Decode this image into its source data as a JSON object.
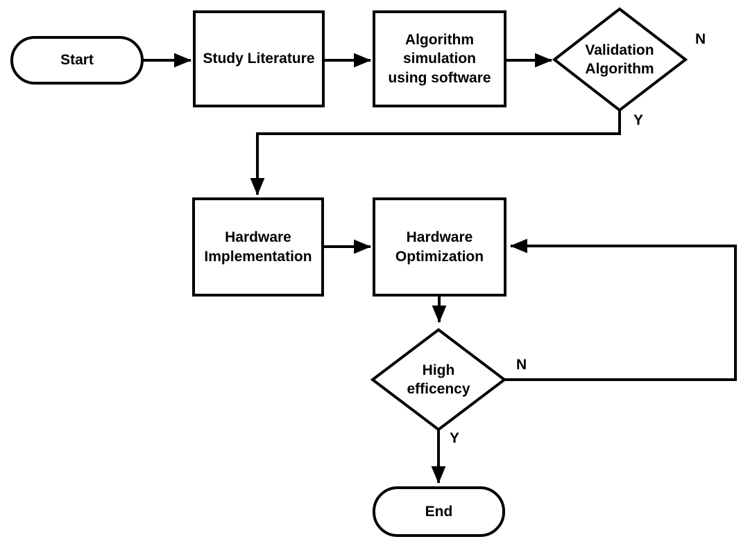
{
  "flowchart": {
    "background_color": "#ffffff",
    "stroke_color": "#000000",
    "nodes": {
      "start": {
        "shape": "terminator",
        "label": "Start"
      },
      "study_literature": {
        "shape": "process",
        "label": "Study Literature"
      },
      "algorithm_simulation": {
        "shape": "process",
        "label": "Algorithm\nsimulation\nusing software"
      },
      "validation_algorithm": {
        "shape": "decision",
        "label": "Validation\nAlgorithm"
      },
      "hardware_implementation": {
        "shape": "process",
        "label": "Hardware\nImplementation"
      },
      "hardware_optimization": {
        "shape": "process",
        "label": "Hardware\nOptimization"
      },
      "high_efficiency": {
        "shape": "decision",
        "label": "High\nefficency"
      },
      "end": {
        "shape": "terminator",
        "label": "End"
      }
    },
    "edges": [
      {
        "from": "start",
        "to": "study_literature"
      },
      {
        "from": "study_literature",
        "to": "algorithm_simulation"
      },
      {
        "from": "algorithm_simulation",
        "to": "validation_algorithm"
      },
      {
        "from": "validation_algorithm",
        "to": "hardware_implementation",
        "label": "Y"
      },
      {
        "from": "validation_algorithm",
        "to": null,
        "label": "N"
      },
      {
        "from": "hardware_implementation",
        "to": "hardware_optimization"
      },
      {
        "from": "hardware_optimization",
        "to": "high_efficiency"
      },
      {
        "from": "high_efficiency",
        "to": "hardware_optimization",
        "label": "N"
      },
      {
        "from": "high_efficiency",
        "to": "end",
        "label": "Y"
      }
    ]
  }
}
